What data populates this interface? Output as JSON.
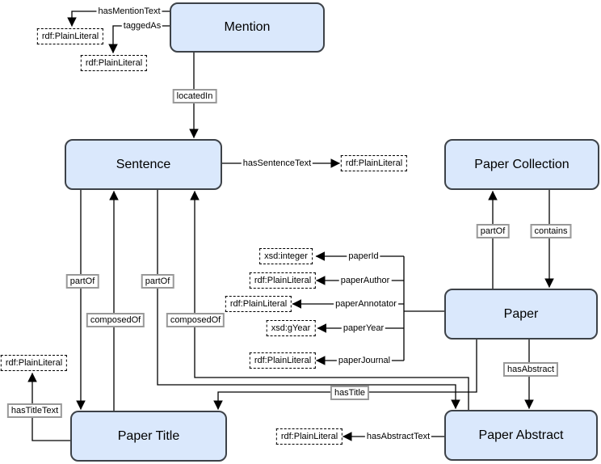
{
  "colors": {
    "background": "#ffffff",
    "node_fill": "#dae8fc",
    "node_stroke": "#3d4248",
    "edge_line": "#000000",
    "label_box_border": "#999999",
    "datatype_border": "#000000"
  },
  "nodes": {
    "mention": {
      "label": "Mention"
    },
    "sentence": {
      "label": "Sentence"
    },
    "paper_collection": {
      "label": "Paper Collection"
    },
    "paper": {
      "label": "Paper"
    },
    "paper_title": {
      "label": "Paper Title"
    },
    "paper_abstract": {
      "label": "Paper Abstract"
    }
  },
  "datatypes": {
    "has_mention_text_range": {
      "label": "rdf:PlainLiteral"
    },
    "tagged_as_range": {
      "label": "rdf:PlainLiteral"
    },
    "has_sentence_text_range": {
      "label": "rdf:PlainLiteral"
    },
    "paper_id_range": {
      "label": "xsd:integer"
    },
    "paper_author_range": {
      "label": "rdf:PlainLiteral"
    },
    "paper_annotator_range": {
      "label": "rdf:PlainLiteral"
    },
    "paper_year_range": {
      "label": "xsd:gYear"
    },
    "paper_journal_range": {
      "label": "rdf:PlainLiteral"
    },
    "has_title_text_range": {
      "label": "rdf:PlainLiteral"
    },
    "has_abstract_text_range": {
      "label": "rdf:PlainLiteral"
    }
  },
  "edges": {
    "has_mention_text": {
      "label": "hasMentionText"
    },
    "tagged_as": {
      "label": "taggedAs"
    },
    "located_in": {
      "label": "locatedIn"
    },
    "has_sentence_text": {
      "label": "hasSentenceText"
    },
    "part_of_sentence_title": {
      "label": "partOf"
    },
    "composed_of_title_sentence": {
      "label": "composedOf"
    },
    "part_of_sentence_abstract": {
      "label": "partOf"
    },
    "composed_of_abstract_sentence": {
      "label": "composedOf"
    },
    "part_of_paper_collection": {
      "label": "partOf"
    },
    "contains": {
      "label": "contains"
    },
    "paper_id": {
      "label": "paperId"
    },
    "paper_author": {
      "label": "paperAuthor"
    },
    "paper_annotator": {
      "label": "paperAnnotator"
    },
    "paper_year": {
      "label": "paperYear"
    },
    "paper_journal": {
      "label": "paperJournal"
    },
    "has_title": {
      "label": "hasTitle"
    },
    "has_abstract": {
      "label": "hasAbstract"
    },
    "has_title_text": {
      "label": "hasTitleText"
    },
    "has_abstract_text": {
      "label": "hasAbstractText"
    }
  }
}
